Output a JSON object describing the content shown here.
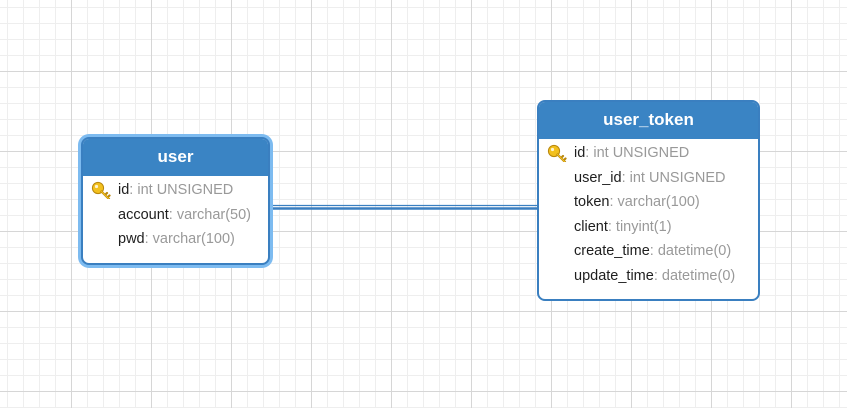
{
  "tables": [
    {
      "name": "user",
      "selected": true,
      "fields": [
        {
          "name": "id",
          "type": "int UNSIGNED",
          "primary_key": true
        },
        {
          "name": "account",
          "type": "varchar(50)",
          "primary_key": false
        },
        {
          "name": "pwd",
          "type": "varchar(100)",
          "primary_key": false
        }
      ]
    },
    {
      "name": "user_token",
      "selected": false,
      "fields": [
        {
          "name": "id",
          "type": "int UNSIGNED",
          "primary_key": true
        },
        {
          "name": "user_id",
          "type": "int UNSIGNED",
          "primary_key": false
        },
        {
          "name": "token",
          "type": "varchar(100)",
          "primary_key": false
        },
        {
          "name": "client",
          "type": "tinyint(1)",
          "primary_key": false
        },
        {
          "name": "create_time",
          "type": "datetime(0)",
          "primary_key": false
        },
        {
          "name": "update_time",
          "type": "datetime(0)",
          "primary_key": false
        }
      ]
    }
  ],
  "relations": [
    {
      "from_table": "user_token",
      "to_table": "user"
    }
  ],
  "colors": {
    "header": "#3a84c4",
    "border": "#3a7fc0",
    "selection_glow": "#7dbbf0",
    "relation_line": "#3a7fc0",
    "field_type": "#999999",
    "key_icon": "#f2c01e"
  },
  "icons": {
    "primary_key": "key-icon"
  }
}
